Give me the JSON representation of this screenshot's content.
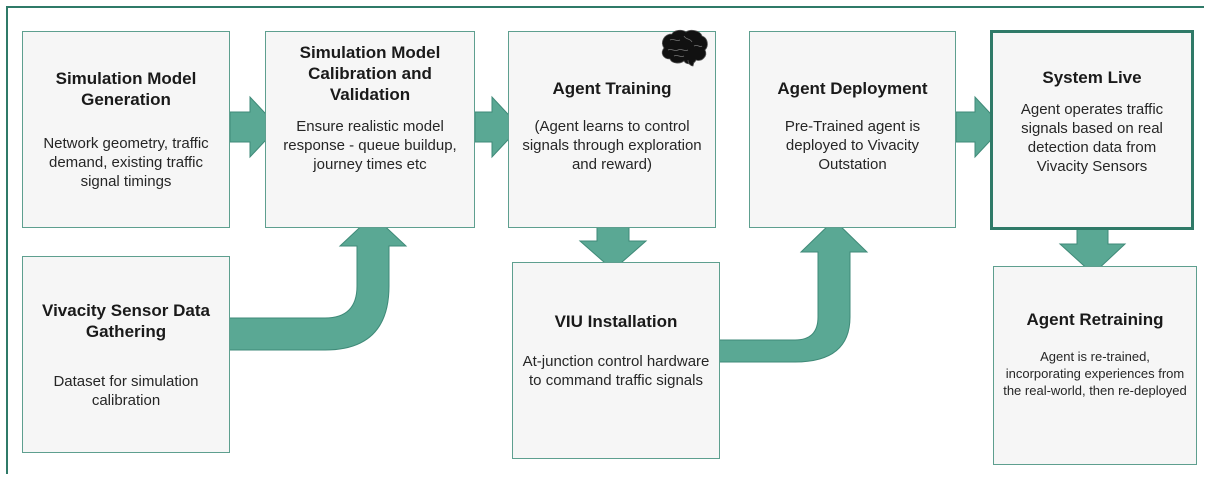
{
  "diagram": {
    "boxes": {
      "model_generation": {
        "title": "Simulation Model Generation",
        "description": "Network geometry, traffic demand, existing traffic signal timings"
      },
      "calibration": {
        "title": "Simulation Model Calibration and Validation",
        "description": "Ensure realistic model response - queue buildup, journey times etc"
      },
      "agent_training": {
        "title": "Agent Training",
        "description": "(Agent learns to control signals through exploration and reward)"
      },
      "agent_deployment": {
        "title": "Agent Deployment",
        "description": "Pre-Trained agent is deployed to Vivacity Outstation"
      },
      "system_live": {
        "title": "System Live",
        "description": "Agent operates traffic signals based on real detection data from Vivacity Sensors"
      },
      "sensor_data": {
        "title": "Vivacity Sensor Data Gathering",
        "description": "Dataset for simulation calibration"
      },
      "viu_installation": {
        "title": "VIU Installation",
        "description": "At-junction control hardware to command traffic signals"
      },
      "agent_retraining": {
        "title": "Agent Retraining",
        "description": "Agent is re-trained, incorporating experiences from the real-world, then re-deployed"
      }
    },
    "icons": {
      "training_icon": "brain-icon"
    },
    "colors": {
      "arrow_fill": "#5aa894",
      "arrow_stroke": "#3f8a78",
      "box_border": "#5e9f8f",
      "live_border": "#2f7a68",
      "box_fill": "#f6f6f6"
    }
  }
}
